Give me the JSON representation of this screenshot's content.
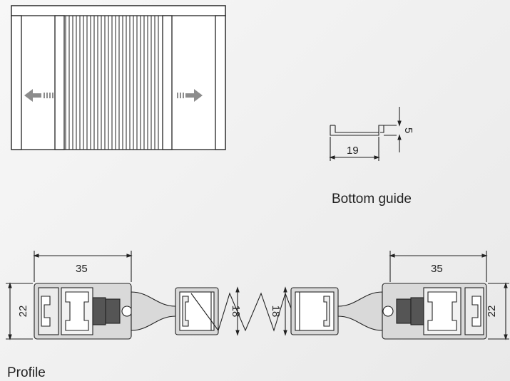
{
  "labels": {
    "bottom_guide": "Bottom guide",
    "profile": "Profile"
  },
  "dimensions": {
    "guide_width": "19",
    "guide_height": "5",
    "profile_left_width": "35",
    "profile_right_width": "35",
    "profile_left_height": "22",
    "profile_right_height": "22",
    "center_left_height": "18",
    "center_right_height": "18"
  },
  "colors": {
    "line": "#222222",
    "arrow": "#8c8c8c",
    "section_fill": "#d9d9d9",
    "brush": "#555555"
  },
  "icons": {
    "arrow_left": "arrow-left-icon",
    "arrow_right": "arrow-right-icon"
  }
}
